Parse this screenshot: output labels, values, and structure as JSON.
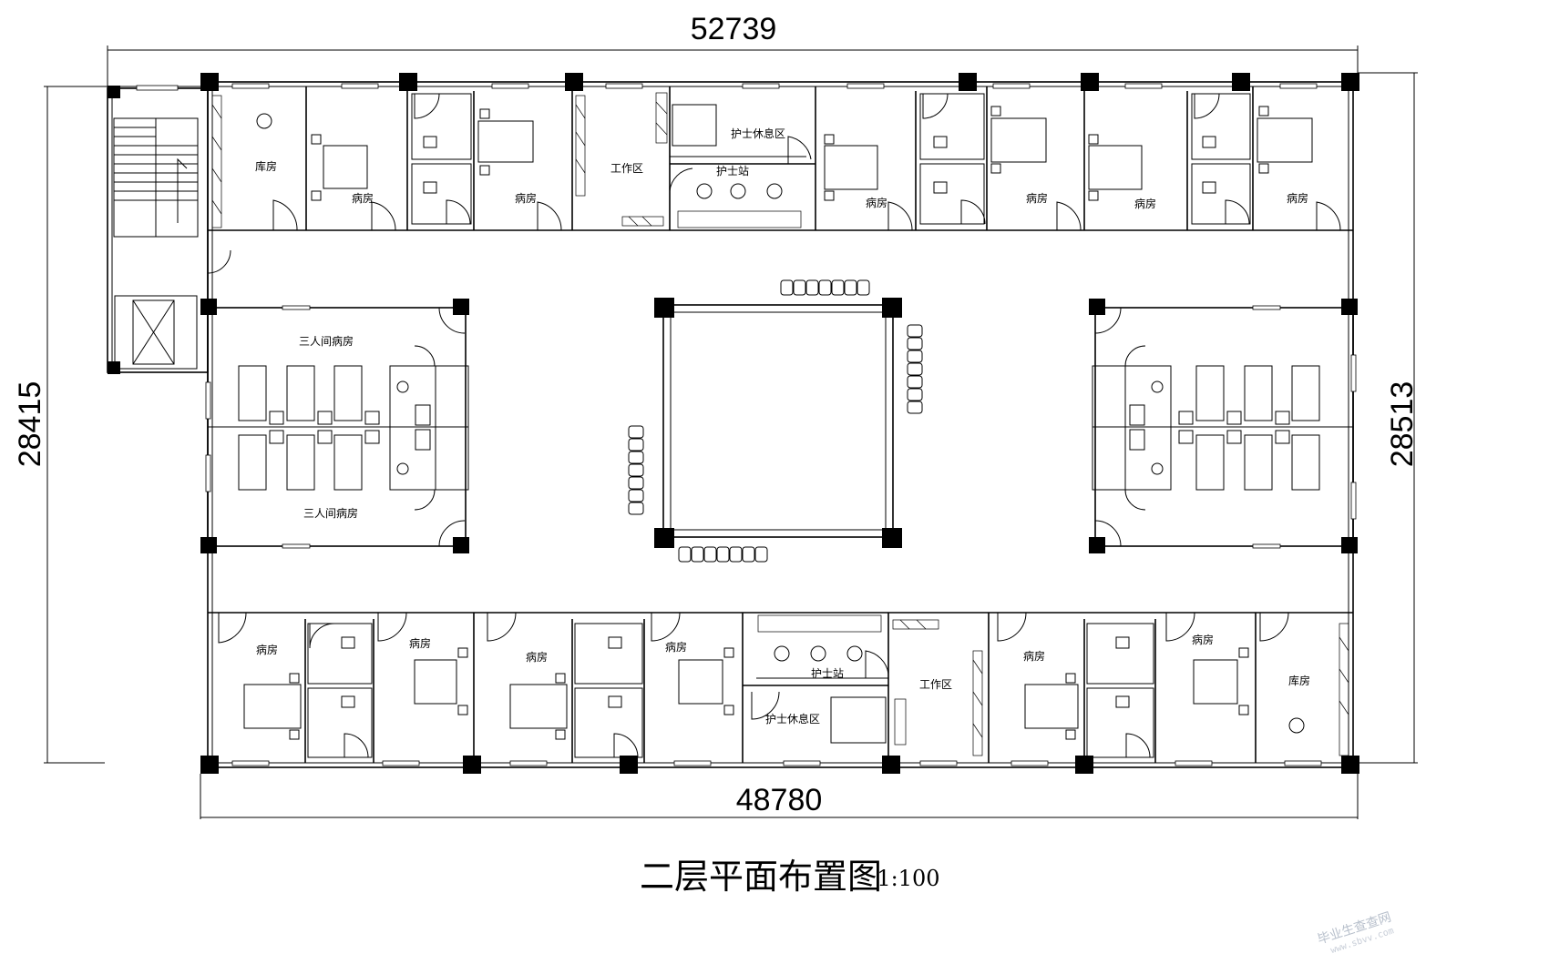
{
  "dimensions": {
    "top": "52739",
    "bottom": "48780",
    "left": "28415",
    "right": "28513"
  },
  "title": {
    "main": "二层平面布置图",
    "scale": "1:100"
  },
  "watermark": {
    "text": "毕业生查查网",
    "sub": "www.sbvv.com"
  },
  "rooms": {
    "storage": "库房",
    "ward": "病房",
    "work_area": "工作区",
    "nurse_rest": "护士休息区",
    "nurse_station": "护士站",
    "triple_ward": "三人间病房"
  },
  "colors": {
    "line": "#000000",
    "background": "#ffffff",
    "watermark": "#b8c0cc"
  }
}
